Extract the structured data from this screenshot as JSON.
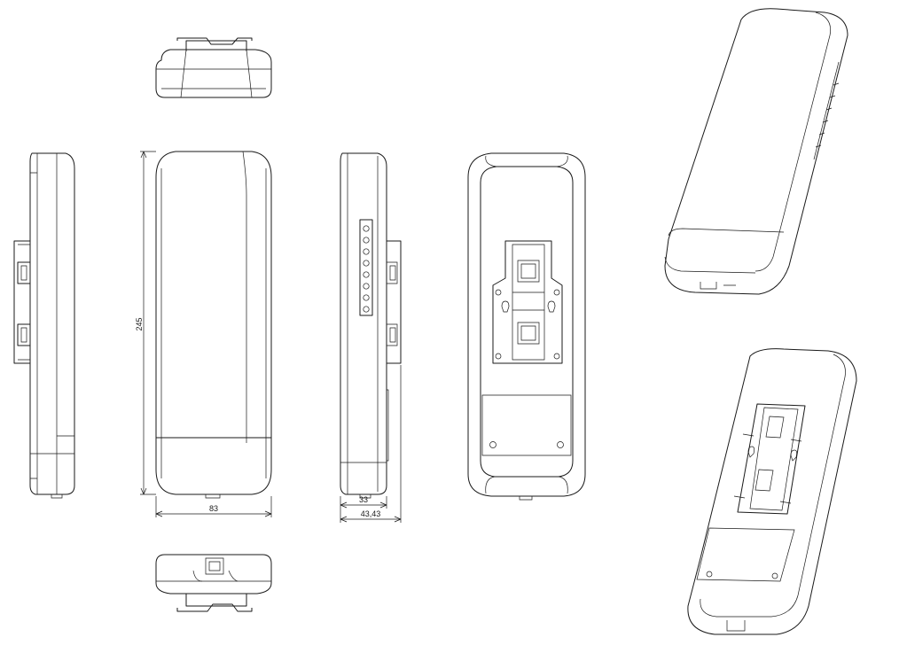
{
  "dimensions": {
    "height_label": "245",
    "width_label": "83",
    "depth_label": "33",
    "depth_with_bracket_label": "43,43"
  },
  "led_count": 8,
  "colors": {
    "line": "#1a1a1a",
    "background": "#ffffff"
  }
}
